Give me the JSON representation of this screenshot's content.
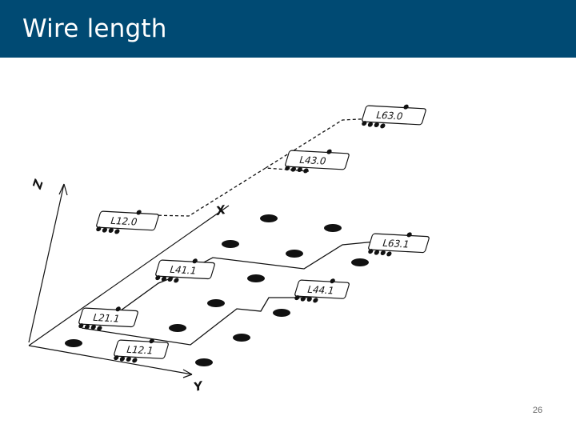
{
  "slide": {
    "title": "Wire length",
    "page_number": "26"
  },
  "diagram": {
    "axes": {
      "x": "X",
      "y": "Y",
      "z": "Z"
    },
    "layer_blocks": [
      {
        "id": "L63.0",
        "label": "L63.0"
      },
      {
        "id": "L43.0",
        "label": "L43.0"
      },
      {
        "id": "L12.0",
        "label": "L12.0"
      },
      {
        "id": "L63.1",
        "label": "L63.1"
      },
      {
        "id": "L41.1",
        "label": "L41.1"
      },
      {
        "id": "L44.1",
        "label": "L44.1"
      },
      {
        "id": "L21.1",
        "label": "L21.1"
      },
      {
        "id": "L12.1",
        "label": "L12.1"
      }
    ],
    "colors": {
      "title_bar": "#004a73",
      "ink": "#111111"
    }
  }
}
